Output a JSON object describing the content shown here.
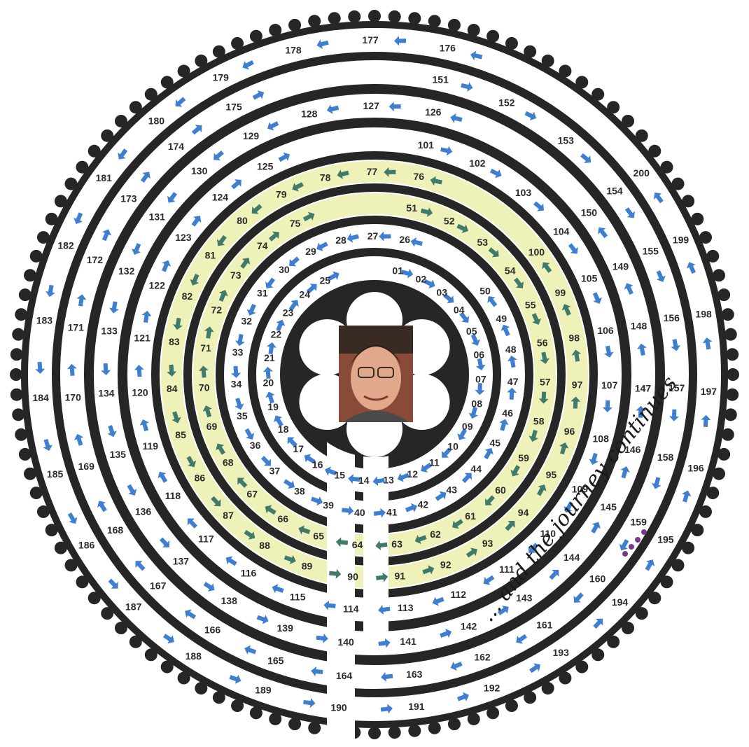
{
  "caption": "... and the journey continues",
  "portrait_alt": "portrait-photo",
  "colors": {
    "wall": "#262626",
    "path": "#ffffff",
    "arrow": "#3f7fd1",
    "highlight_band": "#eef2b8",
    "highlight_arrow": "#3f7a6a"
  },
  "steps": [
    "01",
    "02",
    "03",
    "04",
    "05",
    "06",
    "07",
    "08",
    "09",
    "10",
    "11",
    "12",
    "13",
    "14",
    "15",
    "16",
    "17",
    "18",
    "19",
    "20",
    "21",
    "22",
    "23",
    "24",
    "25",
    "26",
    "27",
    "28",
    "29",
    "30",
    "31",
    "32",
    "33",
    "34",
    "35",
    "36",
    "37",
    "38",
    "39",
    "40",
    "41",
    "42",
    "43",
    "44",
    "45",
    "46",
    "47",
    "48",
    "49",
    "50",
    "51",
    "52",
    "53",
    "54",
    "55",
    "56",
    "57",
    "58",
    "59",
    "60",
    "61",
    "62",
    "63",
    "64",
    "65",
    "66",
    "67",
    "68",
    "69",
    "70",
    "71",
    "72",
    "73",
    "74",
    "75",
    "76",
    "77",
    "78",
    "79",
    "80",
    "81",
    "82",
    "83",
    "84",
    "85",
    "86",
    "87",
    "88",
    "89",
    "90",
    "91",
    "92",
    "93",
    "94",
    "95",
    "96",
    "97",
    "98",
    "99",
    "100",
    "101",
    "102",
    "103",
    "104",
    "105",
    "106",
    "107",
    "108",
    "109",
    "110",
    "111",
    "112",
    "113",
    "114",
    "115",
    "116",
    "117",
    "118",
    "119",
    "120",
    "121",
    "122",
    "123",
    "124",
    "125",
    "126",
    "127",
    "128",
    "129",
    "130",
    "131",
    "132",
    "133",
    "134",
    "135",
    "136",
    "137",
    "138",
    "139",
    "140",
    "141",
    "142",
    "143",
    "144",
    "145",
    "146",
    "147",
    "148",
    "149",
    "150",
    "151",
    "152",
    "153",
    "154",
    "155",
    "156",
    "157",
    "158",
    "159",
    "160",
    "161",
    "162",
    "163",
    "164",
    "165",
    "166",
    "167",
    "168",
    "169",
    "170",
    "171",
    "172",
    "173",
    "174",
    "175",
    "176",
    "177",
    "178",
    "179",
    "180",
    "181",
    "182",
    "183",
    "184",
    "185",
    "186",
    "187",
    "188",
    "189",
    "190",
    "191",
    "192",
    "193",
    "194",
    "195",
    "196",
    "197",
    "198",
    "199",
    "200"
  ]
}
